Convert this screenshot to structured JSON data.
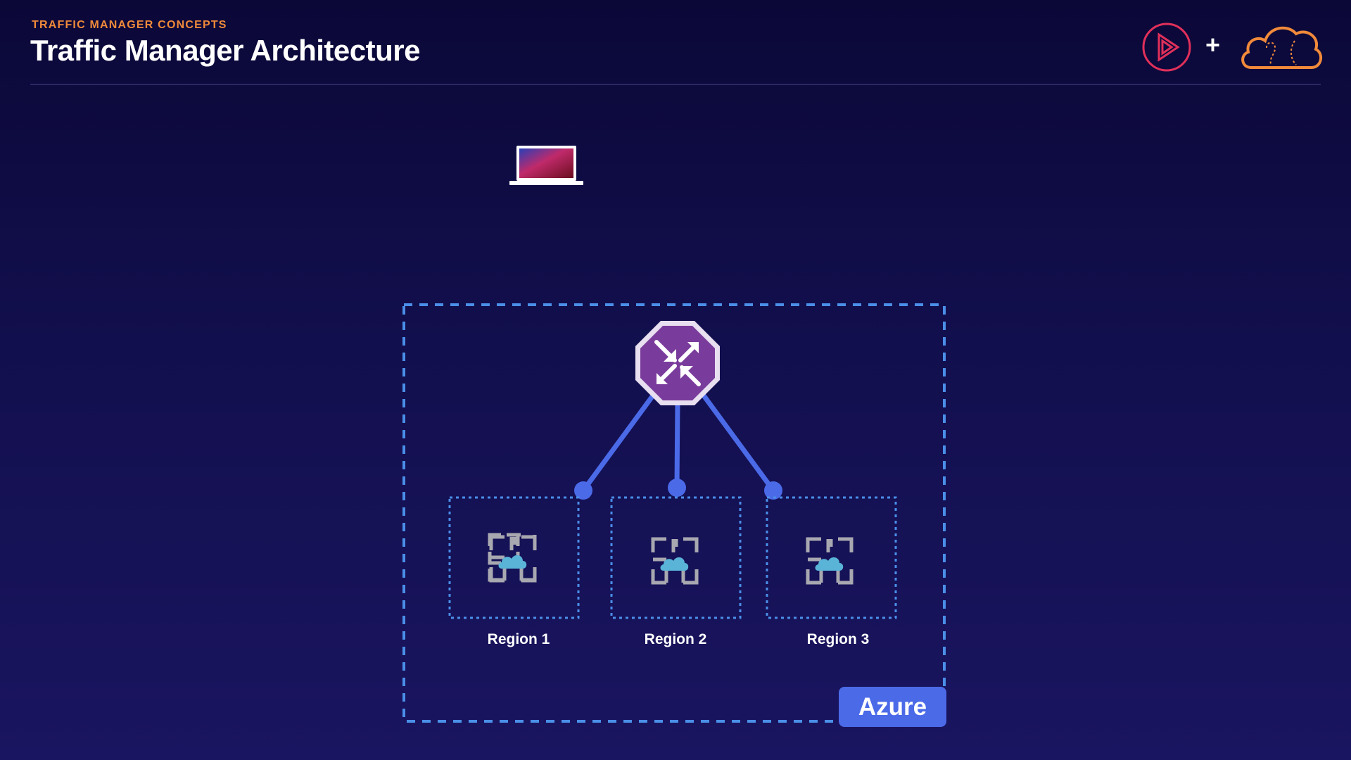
{
  "header": {
    "kicker": "TRAFFIC MANAGER CONCEPTS",
    "title": "Traffic Manager Architecture",
    "plus": "+"
  },
  "diagram": {
    "client_icon": "laptop-icon",
    "traffic_manager_icon": "traffic-manager-icon",
    "regions": [
      {
        "label": "Region 1",
        "icon": "cloud-service-icon"
      },
      {
        "label": "Region 2",
        "icon": "cloud-service-icon"
      },
      {
        "label": "Region 3",
        "icon": "cloud-service-icon"
      }
    ],
    "container_label": "Azure"
  },
  "colors": {
    "accent_orange": "#f08a3a",
    "connector_blue": "#4b6ae8",
    "dashed_border": "#4a8fe8",
    "traffic_manager_purple": "#7a3c9c",
    "logo_red": "#e0305a"
  }
}
